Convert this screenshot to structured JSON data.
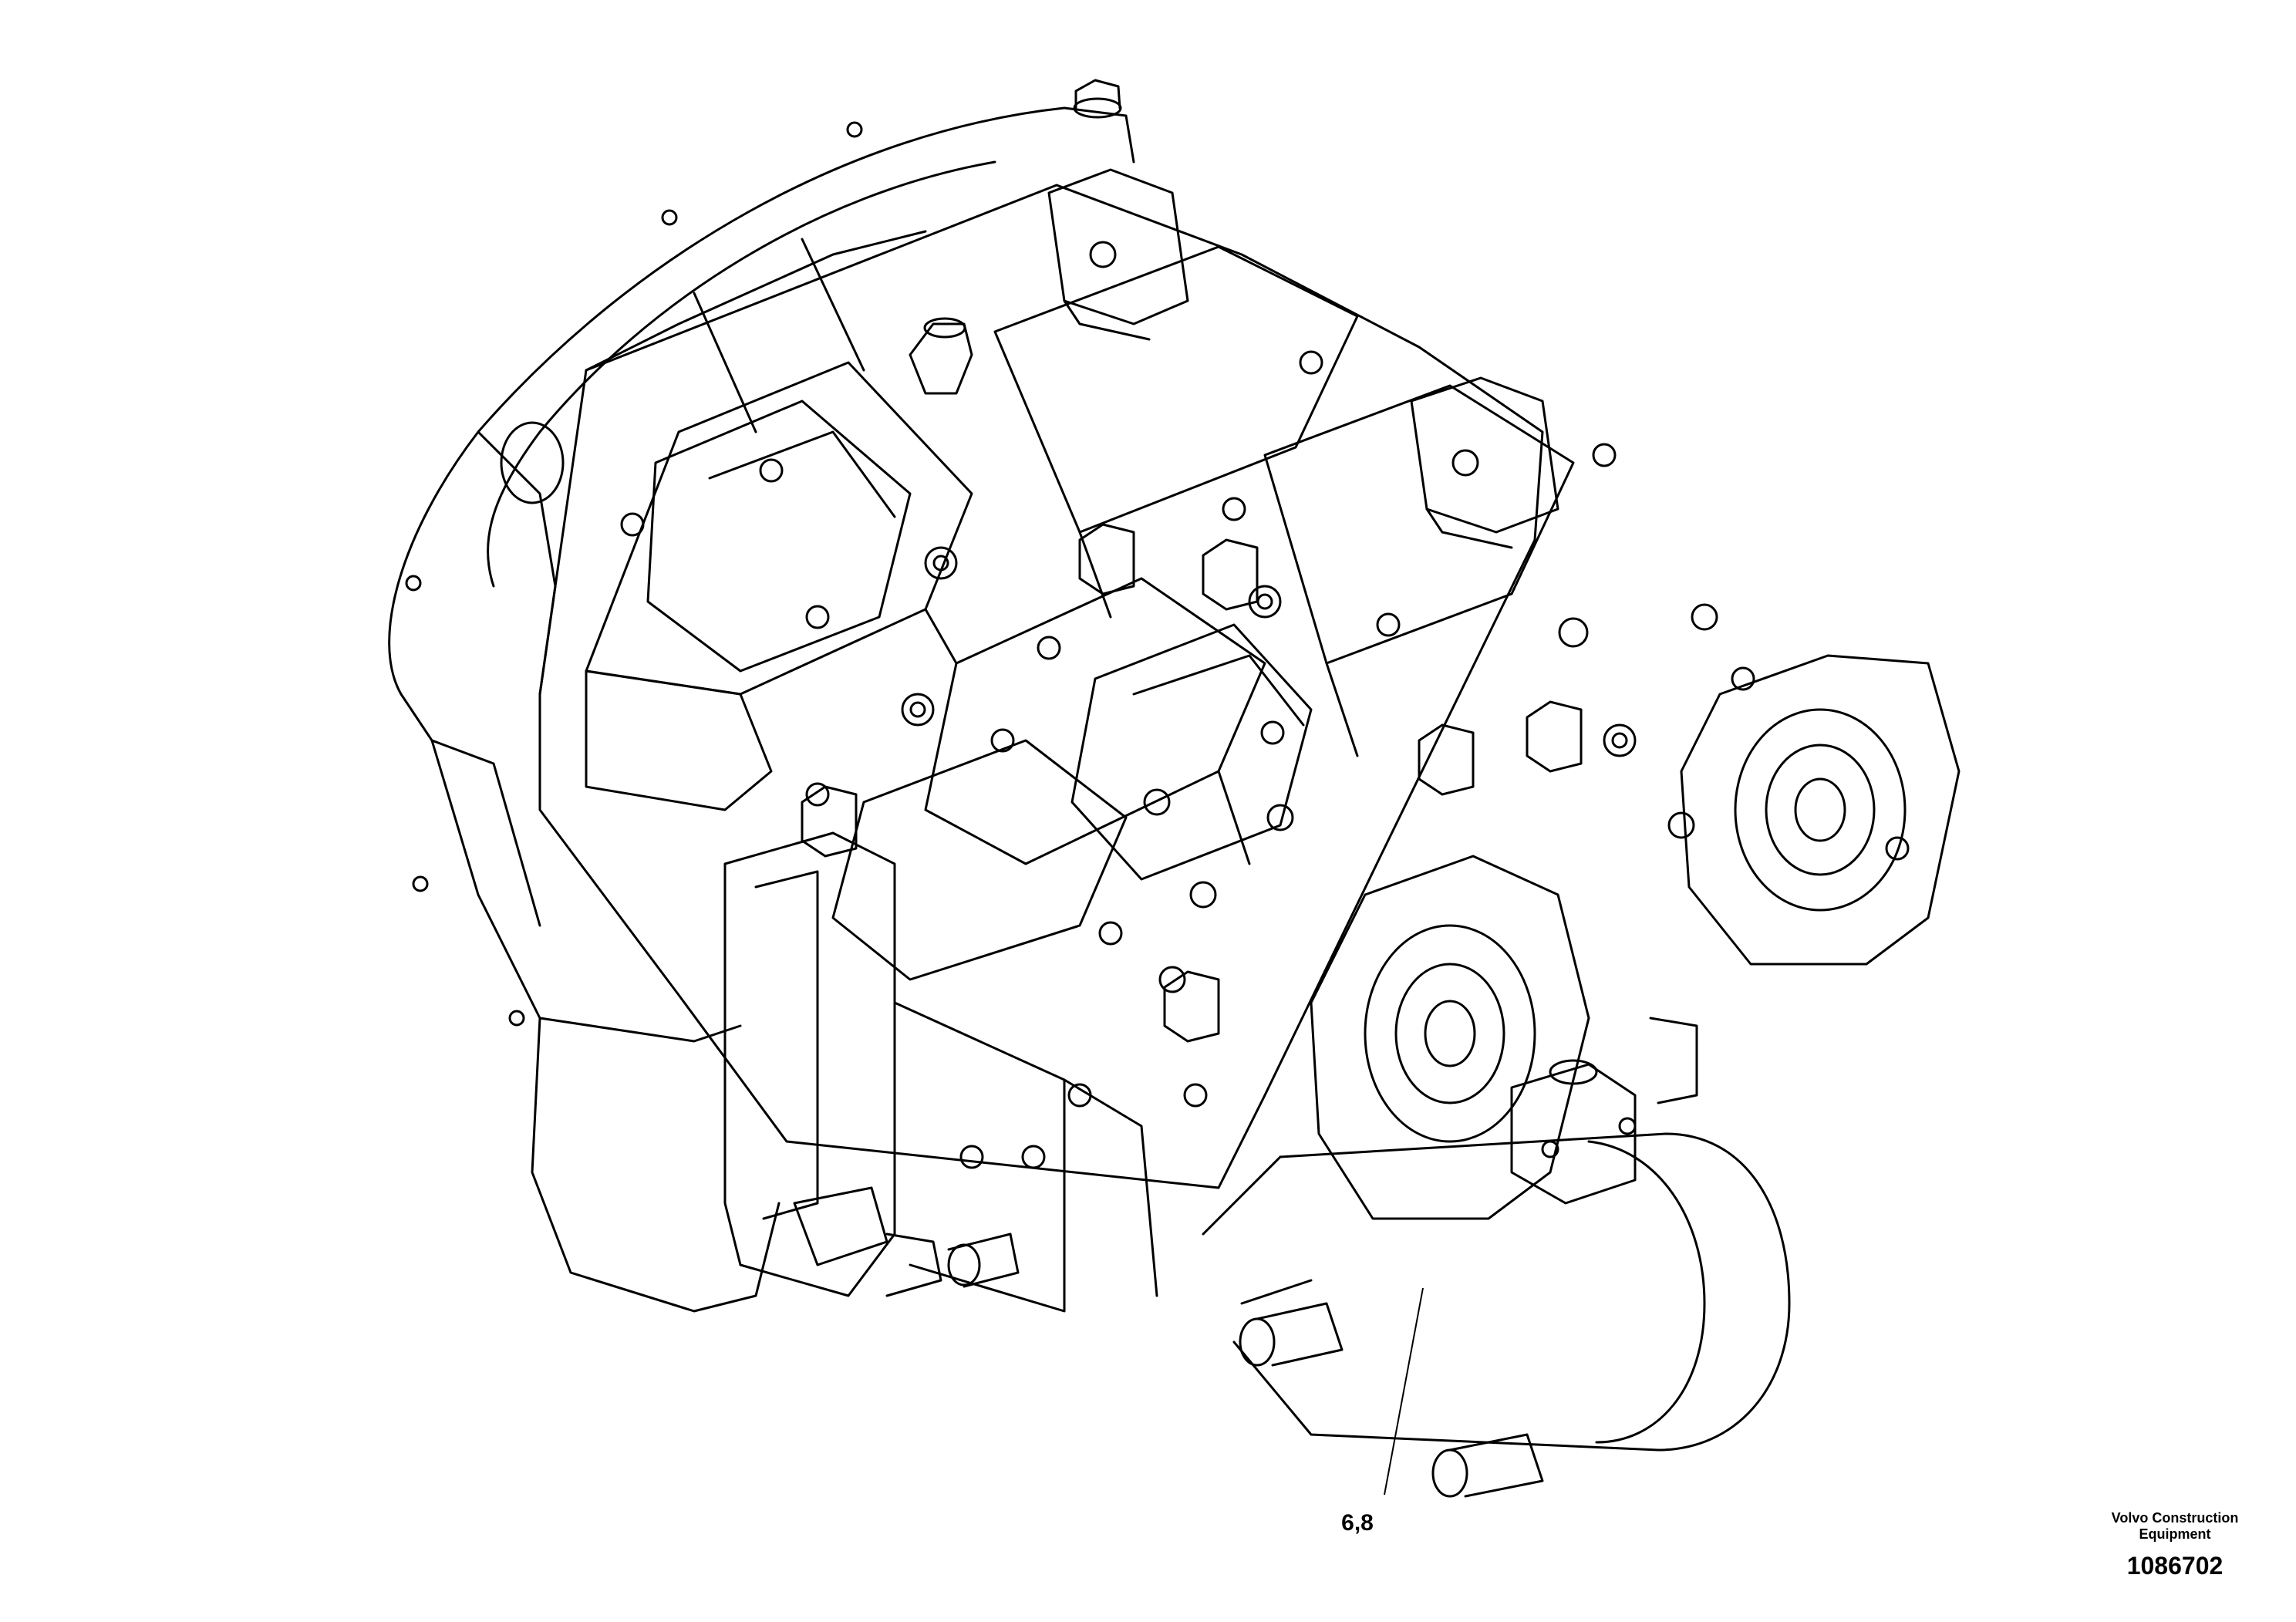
{
  "drawing": {
    "callout_label": "6,8",
    "brand_line1": "Volvo Construction",
    "brand_line2": "Equipment",
    "document_number": "1086702"
  }
}
